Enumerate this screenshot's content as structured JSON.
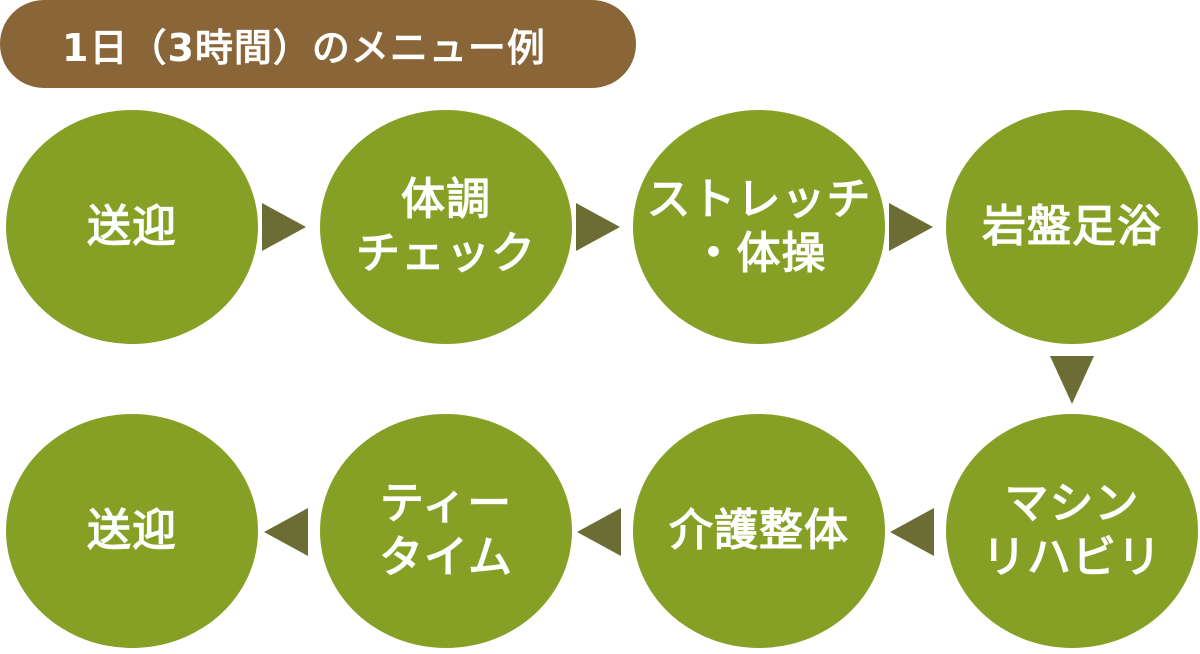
{
  "title": "1日（3時間）のメニュー例",
  "steps": [
    {
      "lines": [
        "送迎"
      ]
    },
    {
      "lines": [
        "体調",
        "チェック"
      ]
    },
    {
      "lines": [
        "ストレッチ",
        "・体操"
      ]
    },
    {
      "lines": [
        "岩盤足浴"
      ]
    },
    {
      "lines": [
        "マシン",
        "リハビリ"
      ]
    },
    {
      "lines": [
        "介護整体"
      ]
    },
    {
      "lines": [
        "ティー",
        "タイム"
      ]
    },
    {
      "lines": [
        "送迎"
      ]
    }
  ],
  "colors": {
    "title_bg": "#8a6538",
    "circle": "#86a026",
    "arrow": "#6b6d34",
    "text": "#ffffff"
  }
}
